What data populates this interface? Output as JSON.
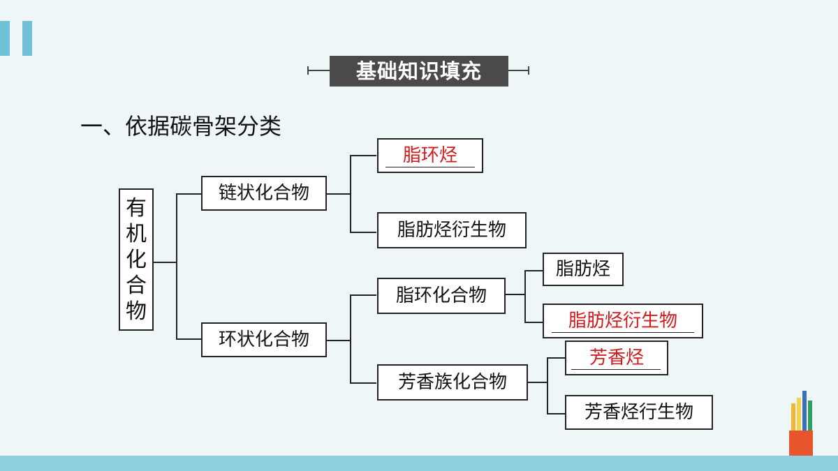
{
  "section_title": "基础知识填充",
  "heading": "一、依据碳骨架分类",
  "root": {
    "chars": [
      "有",
      "机",
      "化",
      "合",
      "物"
    ]
  },
  "nodes": {
    "chain": "链状化合物",
    "ring": "环状化合物",
    "aliphatic_hydrocarbon": "脂环烃",
    "aliphatic_derivative": "脂肪烃衍生物",
    "alicyclic_compound": "脂环化合物",
    "aromatic_compound": "芳香族化合物",
    "alicyclic_fat_hydrocarbon": "脂肪烃",
    "alicyclic_fat_derivative": "脂肪烃衍生物",
    "aromatic_hydrocarbon": "芳香烃",
    "aromatic_derivative": "芳香烃行生物"
  },
  "colors": {
    "answer": "#d11b1b",
    "accent": "#6fc0d6",
    "title_bg": "#4a4a4a"
  }
}
